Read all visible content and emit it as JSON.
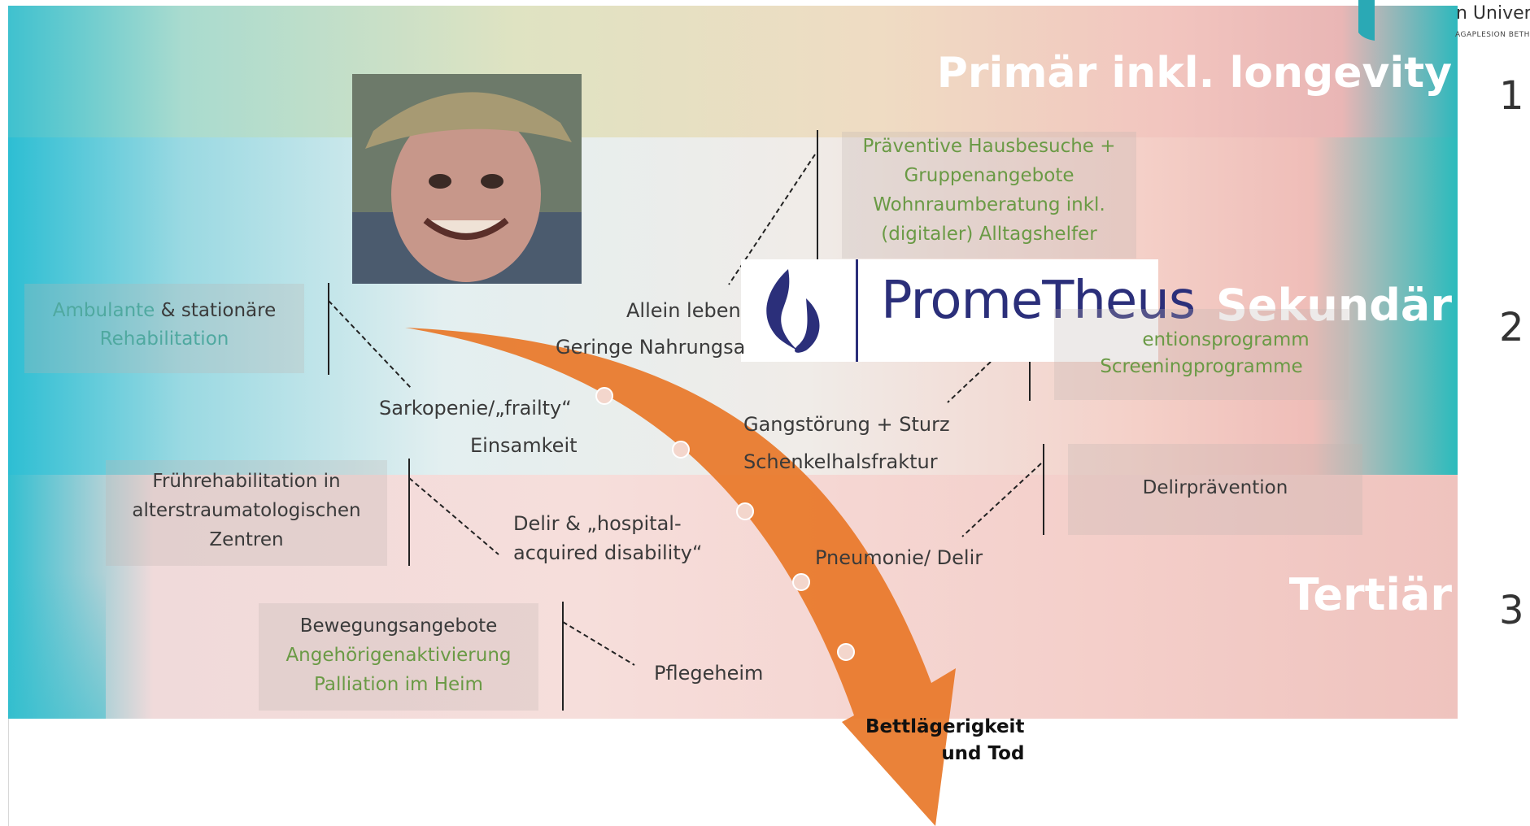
{
  "bands": {
    "primary": "Primär inkl. longevity",
    "secondary": "Sekundär",
    "tertiary": "Tertiär"
  },
  "numbers": [
    "1",
    "2",
    "3"
  ],
  "university": {
    "name": "n Universit",
    "sub": "AGAPLESION BETHE"
  },
  "logo": {
    "text": "PromeTheus"
  },
  "boxes": {
    "preventive": [
      "Präventive Hausbesuche +",
      "Gruppenangebote",
      "Wohnraumberatung inkl.",
      "(digitaler) Alltagshelfer"
    ],
    "rehab": {
      "part1": "Ambulante",
      "part2": " & stationäre",
      "line2": "Rehabilitation"
    },
    "prevention_program": [
      "entionsprogramm",
      "Screeningprogramme"
    ],
    "early_rehab": [
      "Frührehabilitation in",
      "alterstraumatologischen",
      "Zentren"
    ],
    "delir_prevention": "Delirprävention",
    "exercise": [
      "Bewegungsangebote",
      "Angehörigenaktivierung",
      "Palliation im Heim"
    ]
  },
  "events": {
    "alone": "Allein leben",
    "nutrition": "Geringe Nahrungsa",
    "sarcopenia": "Sarkopenie/„frailty“",
    "loneliness": "Einsamkeit",
    "gait": "Gangstörung + Sturz",
    "fracture": "Schenkelhalsfraktur",
    "delir1": "Delir & „hospital-",
    "delir2": "acquired disability“",
    "pneumonia": "Pneumonie/ Delir",
    "nursing": "Pflegeheim",
    "terminal1": "Bettlägerigkeit",
    "terminal2": "und Tod"
  },
  "colors": {
    "arrow": "#e8782a",
    "logo_blue": "#2b2f7a",
    "green_text": "#6a9a45",
    "teal_text": "#4fa9a0"
  }
}
